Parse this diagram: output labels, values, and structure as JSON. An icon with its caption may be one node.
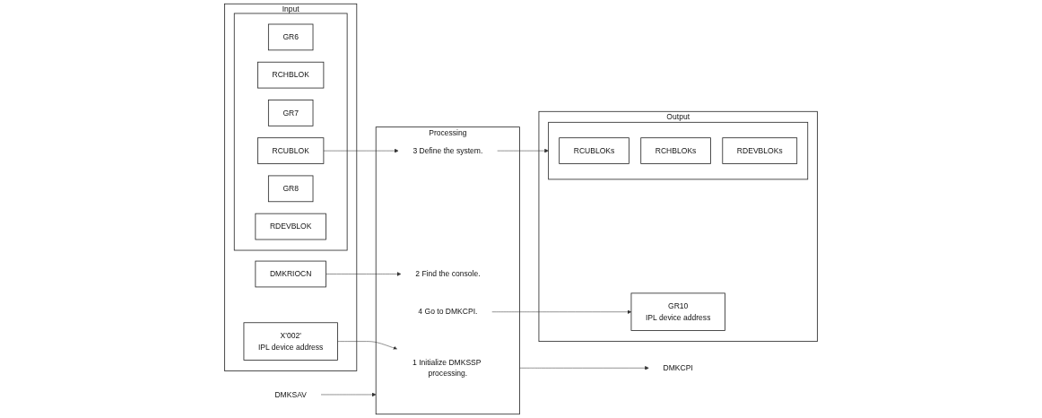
{
  "diagram": {
    "nodes": [
      {
        "text": [
          "Input"
        ]
      },
      {
        "text": [
          "X'002'",
          "IPL device address"
        ],
        "in": 0
      },
      {
        "text": [
          "DMKRIOCN"
        ],
        "in": 0
      },
      {
        "text": [],
        "shape": "box",
        "in": 0
      },
      {
        "text": [
          "GR6"
        ],
        "in": 3
      },
      {
        "text": [
          "RCHBLOK"
        ],
        "in": 3
      },
      {
        "text": [
          "GR7"
        ],
        "in": 3
      },
      {
        "text": [
          "RCUBLOK"
        ],
        "in": 3
      },
      {
        "text": [
          "GR8"
        ],
        "in": 3
      },
      {
        "text": [
          "RDEVBLOK"
        ],
        "in": 3
      },
      {
        "text": [
          "Processing"
        ]
      },
      {
        "text": [
          "1 Initialize DMKSSP processing."
        ],
        "in": 10
      },
      {
        "text": [
          "2 Find the console."
        ],
        "in": 10
      },
      {
        "text": [
          "3 Define the system."
        ],
        "in": 10
      },
      {
        "text": [
          "4 Go to DMKCPI."
        ],
        "in": 10
      },
      {
        "text": [
          "DMKSAV"
        ]
      },
      {
        "text": [
          "DMKCPI"
        ]
      },
      {
        "text": [
          "Output"
        ]
      },
      {
        "text": [],
        "shape": "box",
        "in": 17
      },
      {
        "text": [
          "RCUBLOKs"
        ],
        "in": 18
      },
      {
        "text": [
          "RCHBLOKs"
        ],
        "in": 18
      },
      {
        "text": [
          "RDEVBLOKs"
        ],
        "in": 18
      },
      {
        "text": [
          "GR10",
          "IPL device address"
        ],
        "in": 17
      }
    ],
    "edges": [
      {
        "from": 1,
        "to": 11,
        "arrow": "to"
      },
      {
        "from": 2,
        "to": 12,
        "arrow": "to"
      },
      {
        "from": 7,
        "to": 13,
        "arrow": "to"
      },
      {
        "from": 13,
        "to": 18,
        "arrow": "to"
      },
      {
        "from": 14,
        "to": 22,
        "arrow": "to"
      },
      {
        "from": 15,
        "to": 10,
        "arrow": "to"
      },
      {
        "from": 10,
        "to": 16,
        "arrow": "to"
      }
    ]
  }
}
